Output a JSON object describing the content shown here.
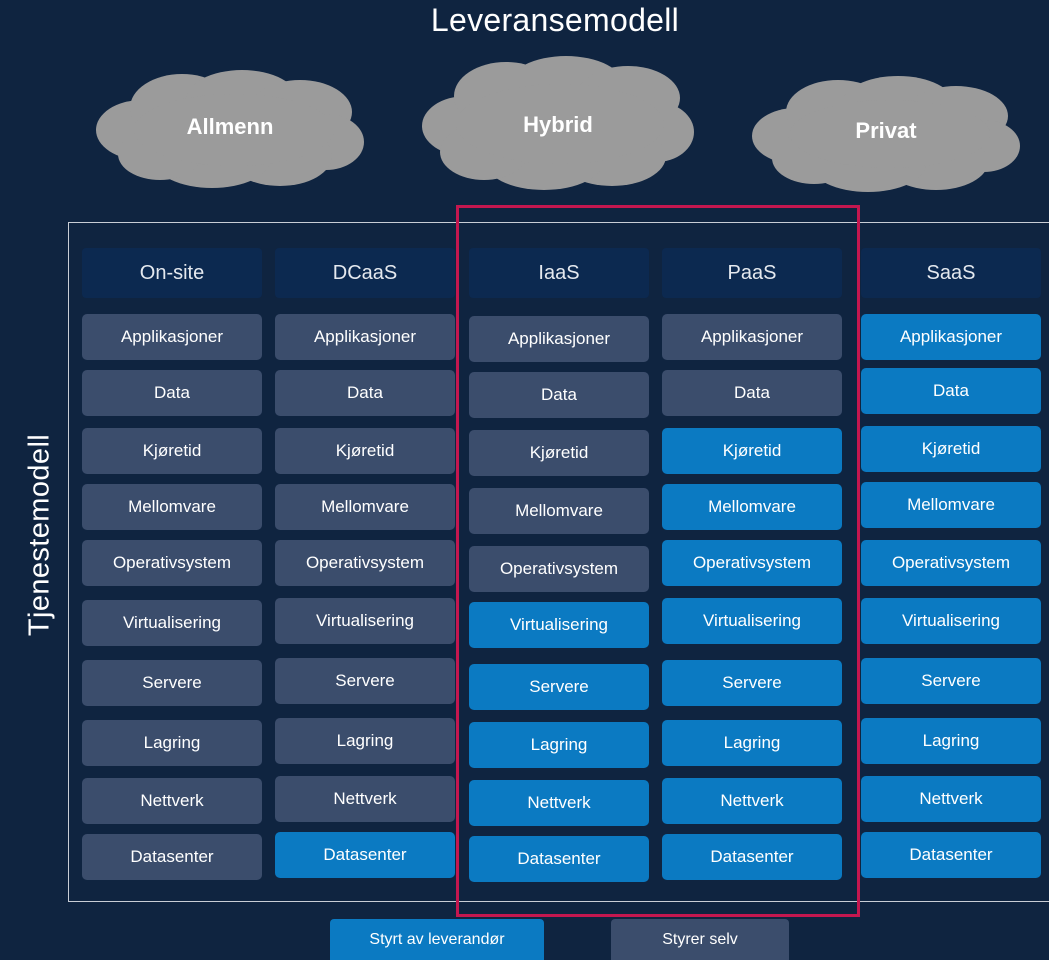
{
  "title": "Leveransemodell",
  "side_title": "Tjenestemodell",
  "clouds": [
    {
      "label": "Allmenn"
    },
    {
      "label": "Hybrid"
    },
    {
      "label": "Privat"
    }
  ],
  "colors": {
    "background": "#0f2440",
    "header": "#0c2950",
    "self_managed": "#3b4d6c",
    "vendor_managed": "#0b7ac2",
    "highlight": "#c4174f",
    "cloud": "#9b9b9b"
  },
  "columns": [
    {
      "header": "On-site",
      "cells": [
        {
          "label": "Applikasjoner",
          "managed_by": "self"
        },
        {
          "label": "Data",
          "managed_by": "self"
        },
        {
          "label": "Kjøretid",
          "managed_by": "self"
        },
        {
          "label": "Mellomvare",
          "managed_by": "self"
        },
        {
          "label": "Operativsystem",
          "managed_by": "self"
        },
        {
          "label": "Virtualisering",
          "managed_by": "self"
        },
        {
          "label": "Servere",
          "managed_by": "self"
        },
        {
          "label": "Lagring",
          "managed_by": "self"
        },
        {
          "label": "Nettverk",
          "managed_by": "self"
        },
        {
          "label": "Datasenter",
          "managed_by": "self"
        }
      ]
    },
    {
      "header": "DCaaS",
      "cells": [
        {
          "label": "Applikasjoner",
          "managed_by": "self"
        },
        {
          "label": "Data",
          "managed_by": "self"
        },
        {
          "label": "Kjøretid",
          "managed_by": "self"
        },
        {
          "label": "Mellomvare",
          "managed_by": "self"
        },
        {
          "label": "Operativsystem",
          "managed_by": "self"
        },
        {
          "label": "Virtualisering",
          "managed_by": "self"
        },
        {
          "label": "Servere",
          "managed_by": "self"
        },
        {
          "label": "Lagring",
          "managed_by": "self"
        },
        {
          "label": "Nettverk",
          "managed_by": "self"
        },
        {
          "label": "Datasenter",
          "managed_by": "vendor"
        }
      ]
    },
    {
      "header": "IaaS",
      "cells": [
        {
          "label": "Applikasjoner",
          "managed_by": "self"
        },
        {
          "label": "Data",
          "managed_by": "self"
        },
        {
          "label": "Kjøretid",
          "managed_by": "self"
        },
        {
          "label": "Mellomvare",
          "managed_by": "self"
        },
        {
          "label": "Operativsystem",
          "managed_by": "self"
        },
        {
          "label": "Virtualisering",
          "managed_by": "vendor"
        },
        {
          "label": "Servere",
          "managed_by": "vendor"
        },
        {
          "label": "Lagring",
          "managed_by": "vendor"
        },
        {
          "label": "Nettverk",
          "managed_by": "vendor"
        },
        {
          "label": "Datasenter",
          "managed_by": "vendor"
        }
      ]
    },
    {
      "header": "PaaS",
      "cells": [
        {
          "label": "Applikasjoner",
          "managed_by": "self"
        },
        {
          "label": "Data",
          "managed_by": "self"
        },
        {
          "label": "Kjøretid",
          "managed_by": "vendor"
        },
        {
          "label": "Mellomvare",
          "managed_by": "vendor"
        },
        {
          "label": "Operativsystem",
          "managed_by": "vendor"
        },
        {
          "label": "Virtualisering",
          "managed_by": "vendor"
        },
        {
          "label": "Servere",
          "managed_by": "vendor"
        },
        {
          "label": "Lagring",
          "managed_by": "vendor"
        },
        {
          "label": "Nettverk",
          "managed_by": "vendor"
        },
        {
          "label": "Datasenter",
          "managed_by": "vendor"
        }
      ]
    },
    {
      "header": "SaaS",
      "cells": [
        {
          "label": "Applikasjoner",
          "managed_by": "vendor"
        },
        {
          "label": "Data",
          "managed_by": "vendor"
        },
        {
          "label": "Kjøretid",
          "managed_by": "vendor"
        },
        {
          "label": "Mellomvare",
          "managed_by": "vendor"
        },
        {
          "label": "Operativsystem",
          "managed_by": "vendor"
        },
        {
          "label": "Virtualisering",
          "managed_by": "vendor"
        },
        {
          "label": "Servere",
          "managed_by": "vendor"
        },
        {
          "label": "Lagring",
          "managed_by": "vendor"
        },
        {
          "label": "Nettverk",
          "managed_by": "vendor"
        },
        {
          "label": "Datasenter",
          "managed_by": "vendor"
        }
      ]
    }
  ],
  "legend": {
    "vendor_label": "Styrt av leverandør",
    "self_label": "Styrer selv"
  }
}
